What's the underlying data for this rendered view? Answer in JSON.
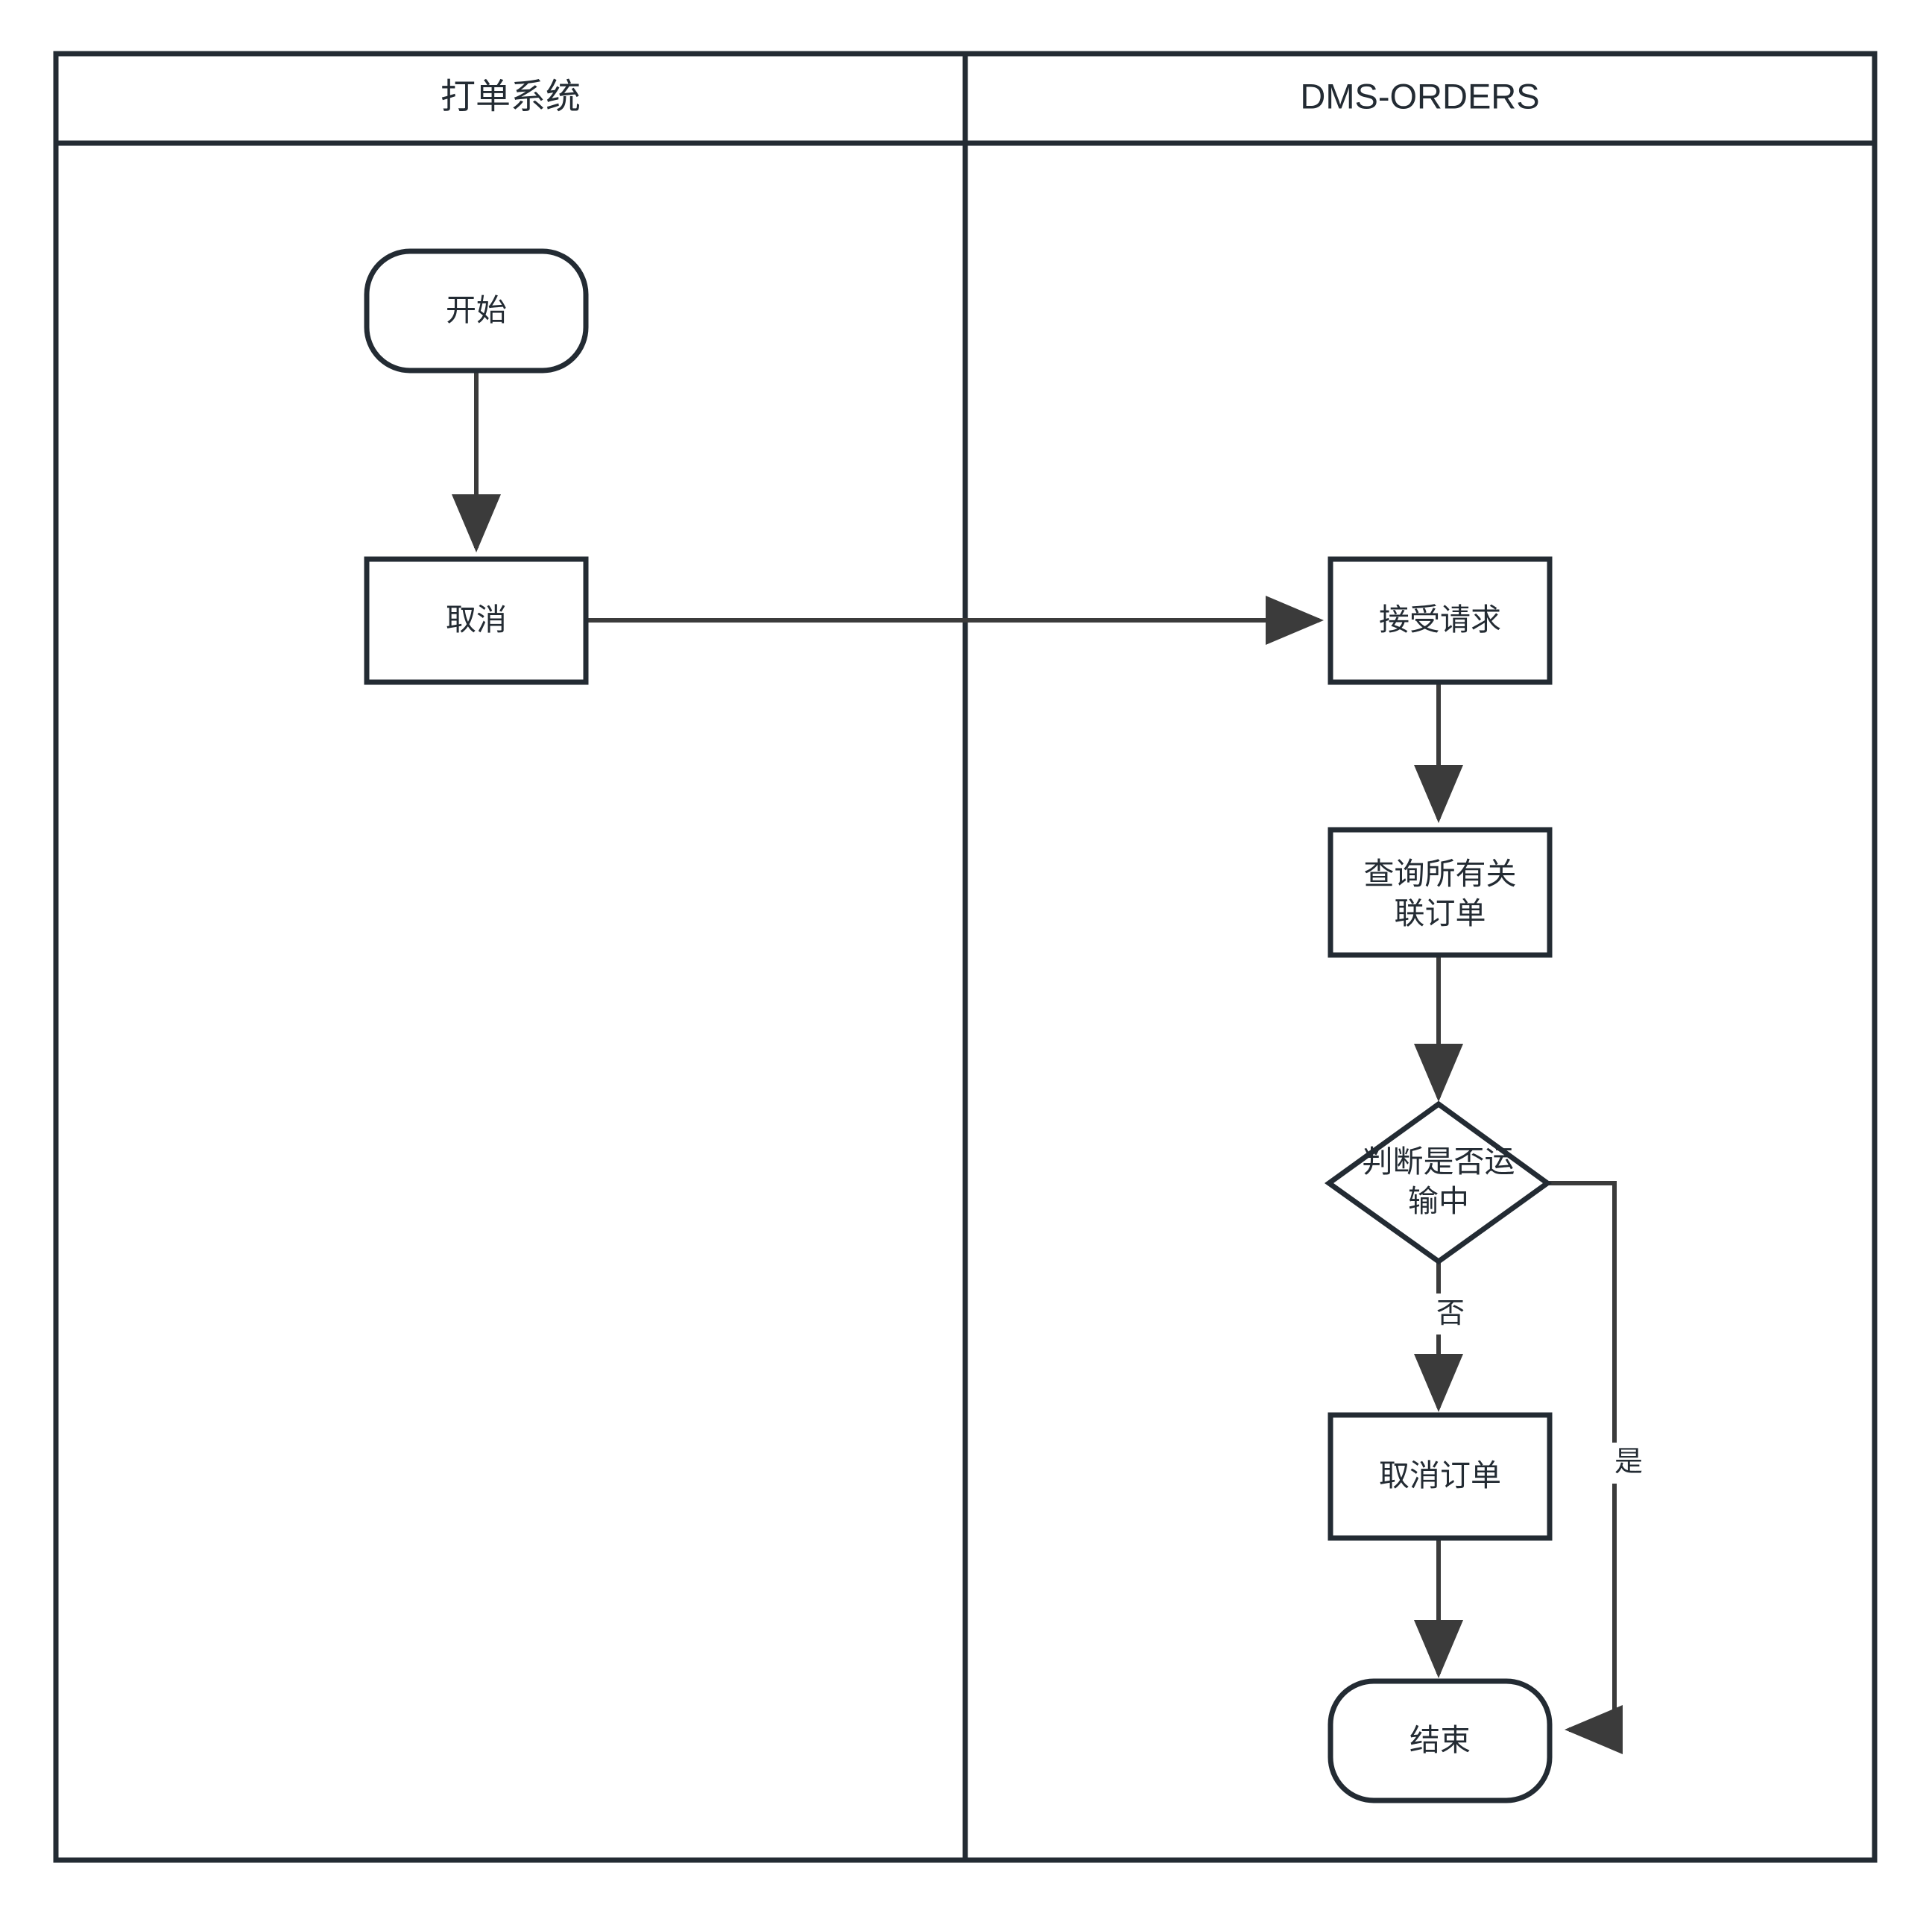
{
  "diagram": {
    "type": "swimlane-flowchart",
    "lanes": [
      {
        "id": "lane-left",
        "title": "打单系统"
      },
      {
        "id": "lane-right",
        "title": "DMS-ORDERS"
      }
    ],
    "nodes": [
      {
        "id": "start",
        "lane": "lane-left",
        "shape": "terminal",
        "label": "开始"
      },
      {
        "id": "cancel",
        "lane": "lane-left",
        "shape": "process",
        "label": "取消"
      },
      {
        "id": "accept",
        "lane": "lane-right",
        "shape": "process",
        "label": "接受请求"
      },
      {
        "id": "query",
        "lane": "lane-right",
        "shape": "process",
        "label_line1": "查询所有关",
        "label_line2": "联订单"
      },
      {
        "id": "decision",
        "lane": "lane-right",
        "shape": "decision",
        "label_line1": "判断是否运",
        "label_line2": "输中"
      },
      {
        "id": "cancelorder",
        "lane": "lane-right",
        "shape": "process",
        "label": "取消订单"
      },
      {
        "id": "end",
        "lane": "lane-right",
        "shape": "terminal",
        "label": "结束"
      }
    ],
    "edges": [
      {
        "from": "start",
        "to": "cancel",
        "label": ""
      },
      {
        "from": "cancel",
        "to": "accept",
        "label": ""
      },
      {
        "from": "accept",
        "to": "query",
        "label": ""
      },
      {
        "from": "query",
        "to": "decision",
        "label": ""
      },
      {
        "from": "decision",
        "to": "cancelorder",
        "label": "否"
      },
      {
        "from": "decision",
        "to": "end",
        "label": "是"
      },
      {
        "from": "cancelorder",
        "to": "end",
        "label": ""
      }
    ],
    "edge_labels": {
      "no": "否",
      "yes": "是"
    },
    "colors": {
      "stroke": "#232b33",
      "line": "#3b3b3b",
      "fill": "#ffffff",
      "background": "#ffffff",
      "text": "#232b33"
    }
  }
}
